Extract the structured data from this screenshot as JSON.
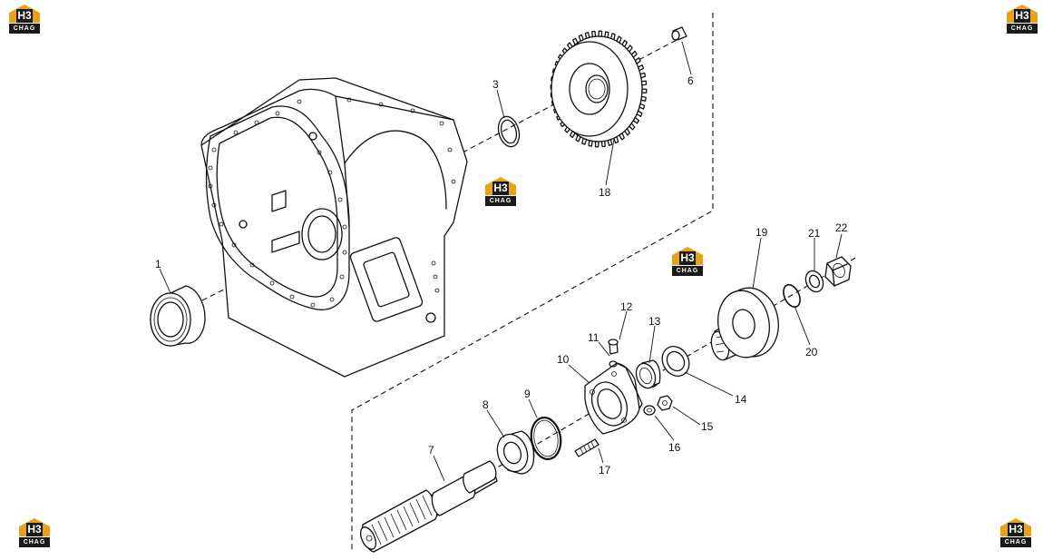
{
  "watermark": {
    "mark": "H3",
    "word": "CHAG"
  },
  "callouts": [
    {
      "id": "1",
      "label": "1"
    },
    {
      "id": "3",
      "label": "3"
    },
    {
      "id": "6",
      "label": "6"
    },
    {
      "id": "7",
      "label": "7"
    },
    {
      "id": "8",
      "label": "8"
    },
    {
      "id": "9",
      "label": "9"
    },
    {
      "id": "10",
      "label": "10"
    },
    {
      "id": "11",
      "label": "11"
    },
    {
      "id": "12",
      "label": "12"
    },
    {
      "id": "13",
      "label": "13"
    },
    {
      "id": "14",
      "label": "14"
    },
    {
      "id": "15",
      "label": "15"
    },
    {
      "id": "16",
      "label": "16"
    },
    {
      "id": "17",
      "label": "17"
    },
    {
      "id": "18",
      "label": "18"
    },
    {
      "id": "19",
      "label": "19"
    },
    {
      "id": "20",
      "label": "20"
    },
    {
      "id": "21",
      "label": "21"
    },
    {
      "id": "22",
      "label": "22"
    }
  ]
}
